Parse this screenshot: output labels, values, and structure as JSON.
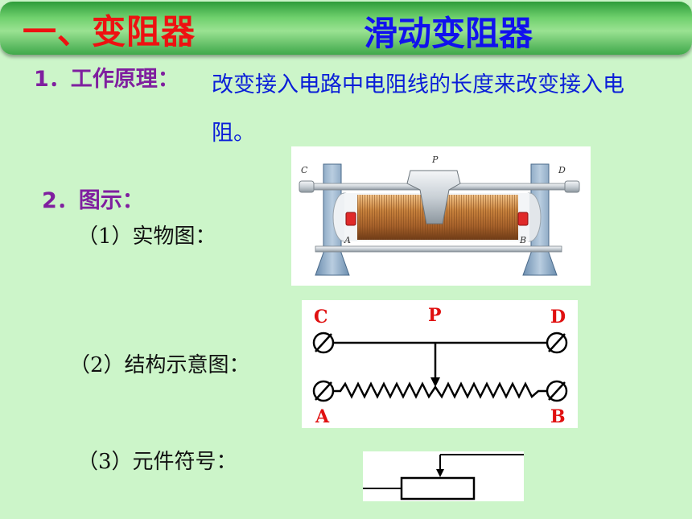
{
  "header": {
    "left_title": "一、变阻器",
    "right_title": "滑动变阻器"
  },
  "principle": {
    "num_label": "1．工作原理：",
    "text": "改变接入电路中电阻线的长度来改变接入电阻。"
  },
  "diagram_section": {
    "label": "2．图示："
  },
  "items": [
    {
      "label": "（1）实物图："
    },
    {
      "label": "（2）结构示意图："
    },
    {
      "label": "（3）元件符号："
    }
  ],
  "photo": {
    "labels": {
      "c": "C",
      "d": "D",
      "p": "P",
      "a": "A",
      "b": "B"
    }
  },
  "schematic": {
    "terminals": {
      "c": "C",
      "p": "P",
      "d": "D",
      "a": "A",
      "b": "B"
    },
    "label_color": "#e01010"
  },
  "colors": {
    "background": "#ccf5c9",
    "header_left": "#ee1111",
    "header_right": "#1111ee",
    "heading": "#7f1f9f",
    "body_text": "#0a1ed8"
  }
}
